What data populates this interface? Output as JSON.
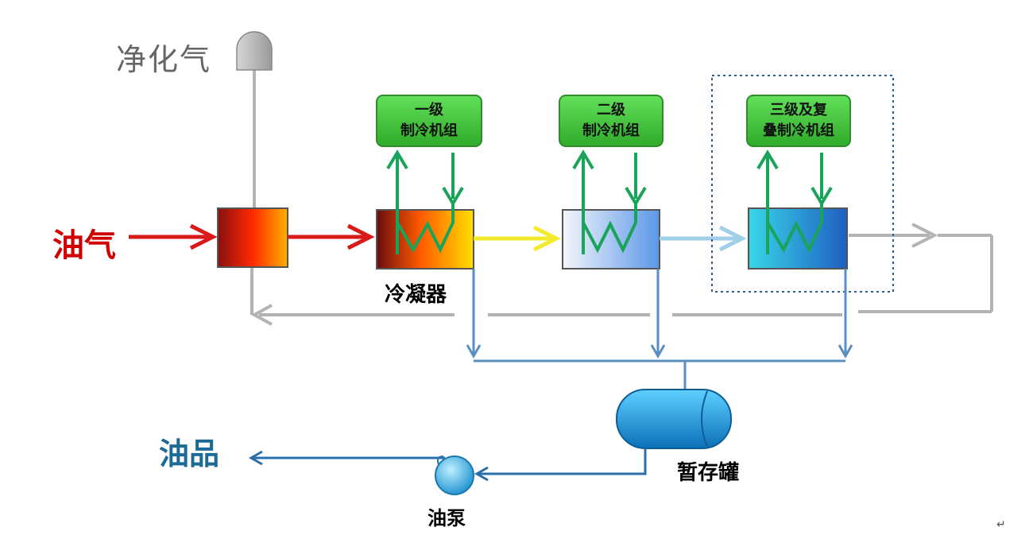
{
  "labels": {
    "purified_gas": "净化气",
    "oil_gas": "油气",
    "cooler": "冷凝器",
    "oil_product": "油品",
    "storage_tank": "暂存罐",
    "oil_pump": "油泵"
  },
  "refrigeration_units": [
    {
      "line1": "一级",
      "line2": "制冷机组"
    },
    {
      "line1": "二级",
      "line2": "制冷机组"
    },
    {
      "line1": "三级及复",
      "line2": "叠制冷机组"
    }
  ],
  "colors": {
    "unit_green": "#3fc23a",
    "unit_border": "#2e8f2a",
    "coil_green": "#1aa35a",
    "hot_red": "#d81a1a",
    "yellow": "#f2ea2a",
    "light_blue": "#9fd0e8",
    "gray_line": "#b3b3b3",
    "blue_line": "#5b8fbf",
    "tank_blue": "#1aa0e0"
  }
}
